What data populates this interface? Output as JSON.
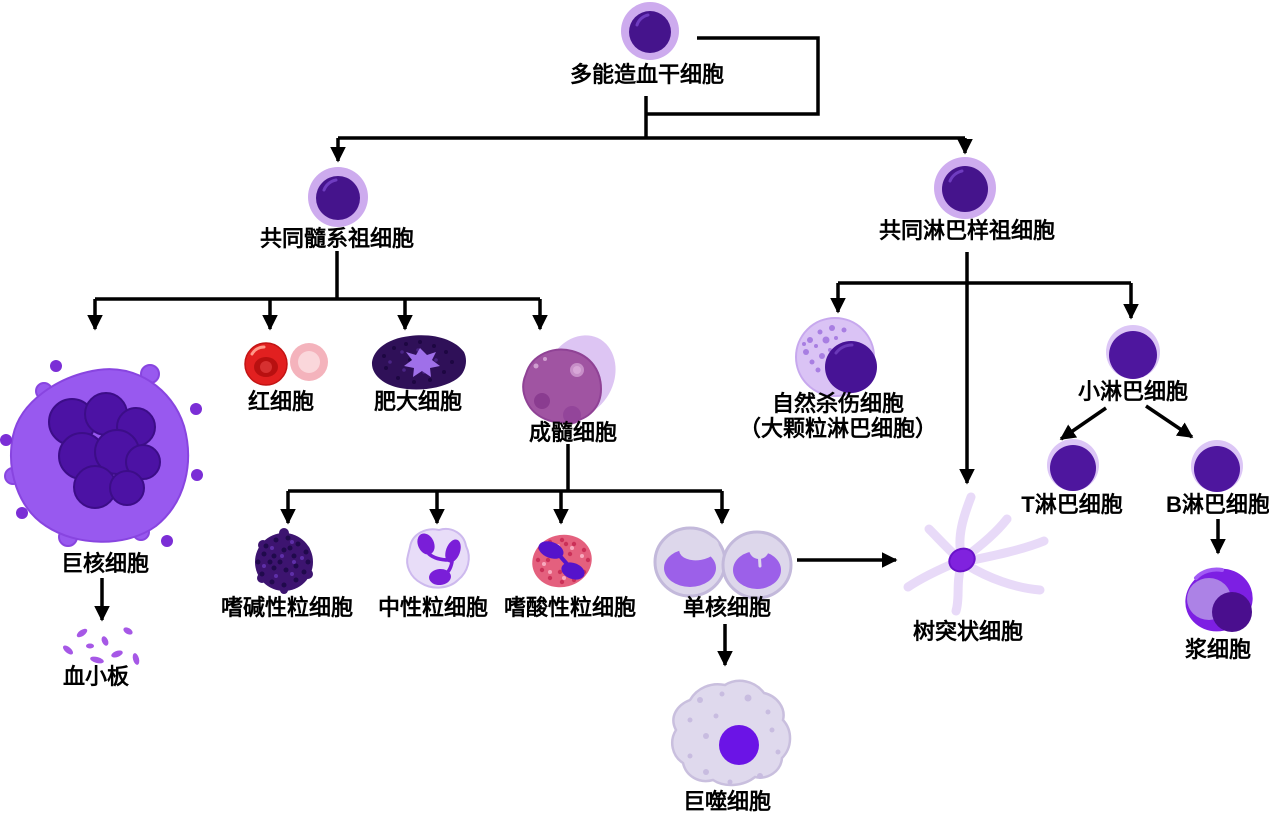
{
  "diagram": {
    "background": "#ffffff",
    "line_color": "#000000",
    "text_color": "#000000",
    "palette": {
      "nucleus_dark_purple": "#45148C",
      "halo_lavender": "#CDABEE",
      "megakaryocyte_body": "#9859EF",
      "platelet_purple": "#A658E6",
      "rbc_red": "#E22020",
      "rbc_pale_pink": "#F4B3BC",
      "mast_dark": "#2F1058",
      "myeloblast_mauve": "#A054A2",
      "basophil_dark": "#3D1470",
      "neutrophil_body": "#E8DDF8",
      "granulocyte_nucleus_violet": "#7A1ED8",
      "eosinophil_pink": "#E4607E",
      "monocyte_body": "#DDD7EB",
      "monocyte_nucleus": "#9C60E9",
      "macrophage_nucleus": "#6B14E6",
      "dendritic_arm": "#E8DAF8",
      "plasma_violet": "#7D1FE3"
    },
    "nodes": {
      "stem": {
        "label": "多能造血干细胞"
      },
      "myeloid": {
        "label": "共同髓系祖细胞"
      },
      "lymphoid": {
        "label": "共同淋巴样祖细胞"
      },
      "megakaryocyte": {
        "label": "巨核细胞"
      },
      "platelet": {
        "label": "血小板"
      },
      "rbc": {
        "label": "红细胞"
      },
      "mast": {
        "label": "肥大细胞"
      },
      "myeloblast": {
        "label": "成髓细胞"
      },
      "basophil": {
        "label": "嗜碱性粒细胞"
      },
      "neutrophil": {
        "label": "中性粒细胞"
      },
      "eosinophil": {
        "label": "嗜酸性粒细胞"
      },
      "monocyte": {
        "label": "单核细胞"
      },
      "macrophage": {
        "label": "巨噬细胞"
      },
      "dendritic": {
        "label": "树突状细胞"
      },
      "nk": {
        "label": "自然杀伤细胞",
        "sub_label": "（大颗粒淋巴细胞）"
      },
      "small_lymphocyte": {
        "label": "小淋巴细胞"
      },
      "t_cell": {
        "label": "T淋巴细胞"
      },
      "b_cell": {
        "label": "B淋巴细胞"
      },
      "plasma": {
        "label": "浆细胞"
      }
    }
  }
}
